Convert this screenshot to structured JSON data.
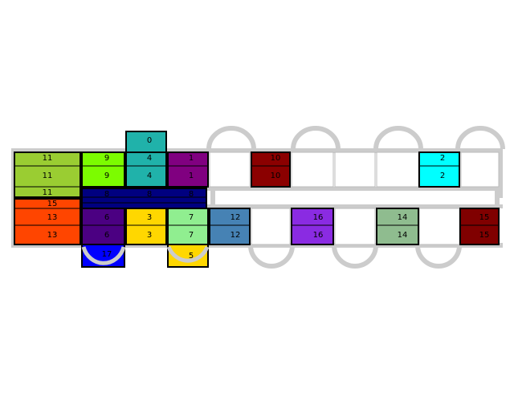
{
  "diagram": {
    "colors": {
      "0": "#20b2aa",
      "1": "#800080",
      "2": "#00ffff",
      "3": "#ffd700",
      "4": "#20b2aa",
      "5": "#ffd700",
      "6": "#4b0082",
      "7": "#90ee90",
      "8": "#000080",
      "9": "#7cfc00",
      "10": "#8b0000",
      "11": "#9acd32",
      "12": "#4682b4",
      "13": "#ff4500",
      "14": "#8fbc8f",
      "15": "#800000",
      "16": "#8a2be2",
      "17": "#0000ff",
      "wall": "#cccccc",
      "outline": "#000000",
      "empty": "#ffffff"
    },
    "blocks": [
      {
        "label": "11",
        "cells": 3
      },
      {
        "label": "9",
        "cells": 2
      },
      {
        "label": "4",
        "cells": 2
      },
      {
        "label": "1",
        "cells": 2
      },
      {
        "label": "10",
        "cells": 2
      },
      {
        "label": "2",
        "cells": 2
      },
      {
        "label": "13",
        "cells": 3
      },
      {
        "label": "6",
        "cells": 2
      },
      {
        "label": "3",
        "cells": 2
      },
      {
        "label": "7",
        "cells": 2
      },
      {
        "label": "12",
        "cells": 2
      },
      {
        "label": "16",
        "cells": 2
      },
      {
        "label": "14",
        "cells": 2
      },
      {
        "label": "15",
        "cells": 2
      },
      {
        "label": "8",
        "cells": 3
      },
      {
        "label": "0",
        "cells": 1
      },
      {
        "label": "17",
        "cells": 1
      },
      {
        "label": "5",
        "cells": 1
      }
    ]
  }
}
